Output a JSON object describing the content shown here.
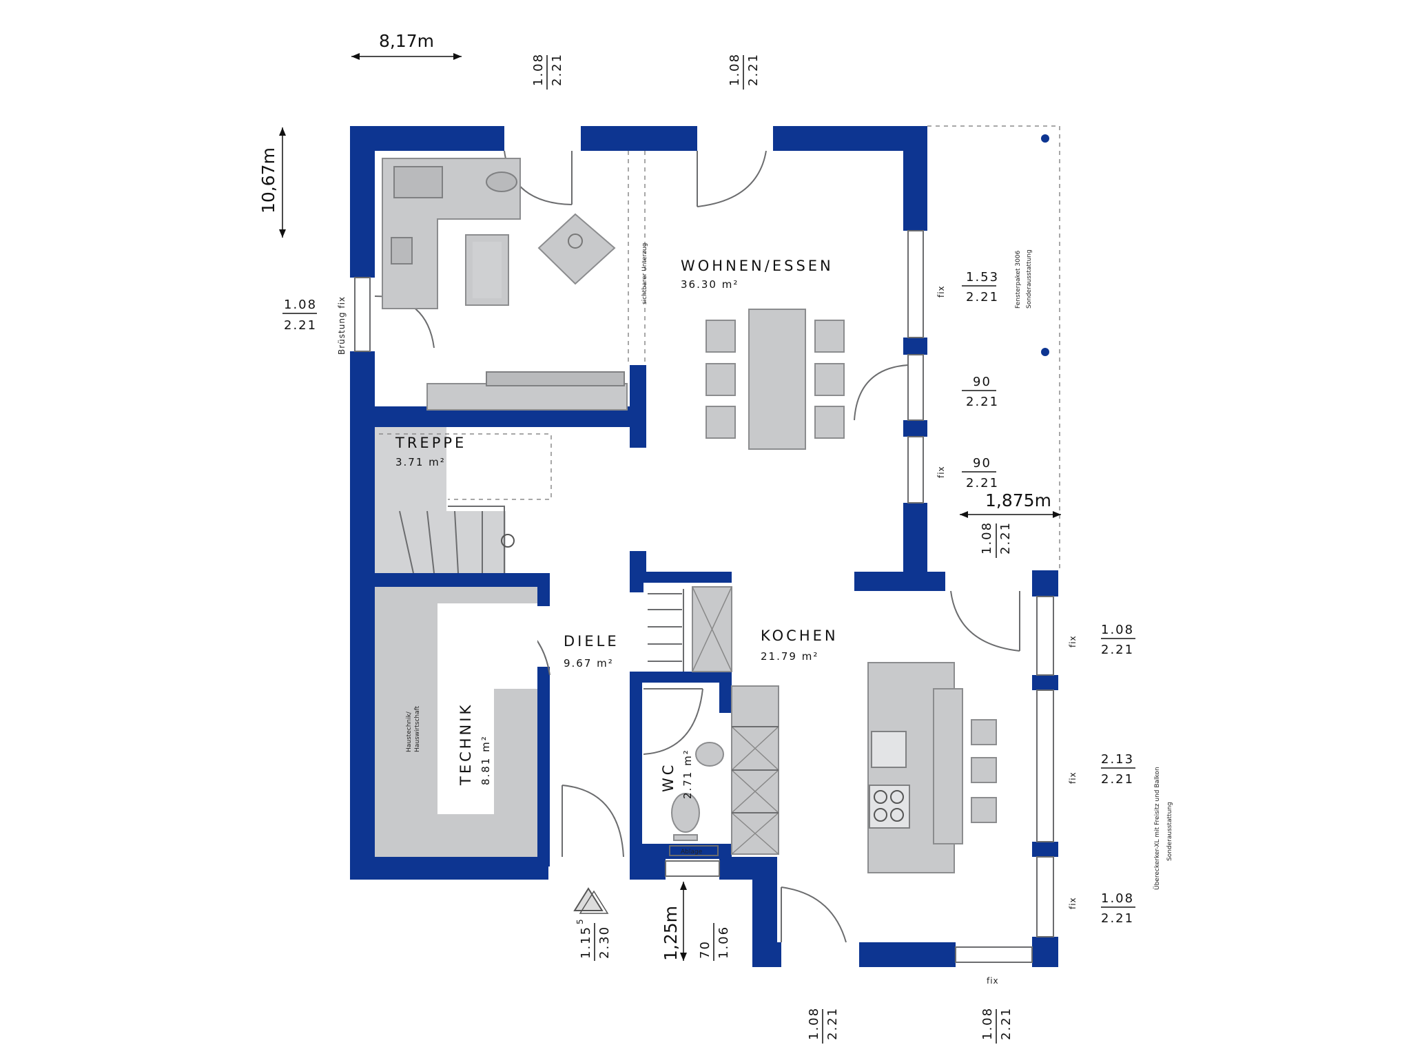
{
  "rooms": {
    "wohnen": {
      "name": "WOHNEN/ESSEN",
      "area": "36.30 m²"
    },
    "treppe": {
      "name": "TREPPE",
      "area": "3.71 m²"
    },
    "diele": {
      "name": "DIELE",
      "area": "9.67 m²"
    },
    "kochen": {
      "name": "KOCHEN",
      "area": "21.79 m²"
    },
    "technik": {
      "name": "TECHNIK",
      "area": "8.81 m²"
    },
    "wc": {
      "name": "WC",
      "area": "2.71 m²"
    }
  },
  "dimensions": {
    "width": "8,17m",
    "depth": "10,67m",
    "terrace": "1,875m",
    "entrance_depth": "1,25m"
  },
  "openings": {
    "top_left": {
      "w": "1.08",
      "h": "2.21"
    },
    "top_mid": {
      "w": "1.08",
      "h": "2.21"
    },
    "left": {
      "w": "1.08",
      "h": "2.21"
    },
    "right_1": {
      "w": "1.53",
      "h": "2.21"
    },
    "right_2": {
      "w": "90",
      "h": "2.21"
    },
    "right_3": {
      "w": "90",
      "h": "2.21"
    },
    "right_4": {
      "w": "1.08",
      "h": "2.21"
    },
    "oriel_1": {
      "w": "1.08",
      "h": "2.21"
    },
    "oriel_2": {
      "w": "2.13",
      "h": "2.21"
    },
    "oriel_3": {
      "w": "1.08",
      "h": "2.21"
    },
    "entrance": {
      "w": "1.15",
      "sup": "5",
      "h": "2.30"
    },
    "wc": {
      "w": "70",
      "h": "1.06"
    },
    "bottom_1": {
      "w": "1.08",
      "h": "2.21"
    },
    "bottom_2": {
      "w": "1.08",
      "h": "2.21"
    }
  },
  "labels": {
    "fix": "fix",
    "bruestung_fix": "Brüstung fix",
    "unterzug": "sichtbarer Unterzug",
    "fensterpaket_1": "Fensterpaket 3006",
    "fensterpaket_2": "Sonderausstattung",
    "oriel_note_1": "Übereckerker-XL mit Freisitz und Balkon",
    "oriel_note_2": "Sonderausstattung",
    "haustechnik_1": "Haustechnik/",
    "haustechnik_2": "Hauswirtschaft",
    "ablage": "Ablage"
  },
  "colors": {
    "walls": "#0d3591",
    "furniture": "#c8c9cb"
  }
}
